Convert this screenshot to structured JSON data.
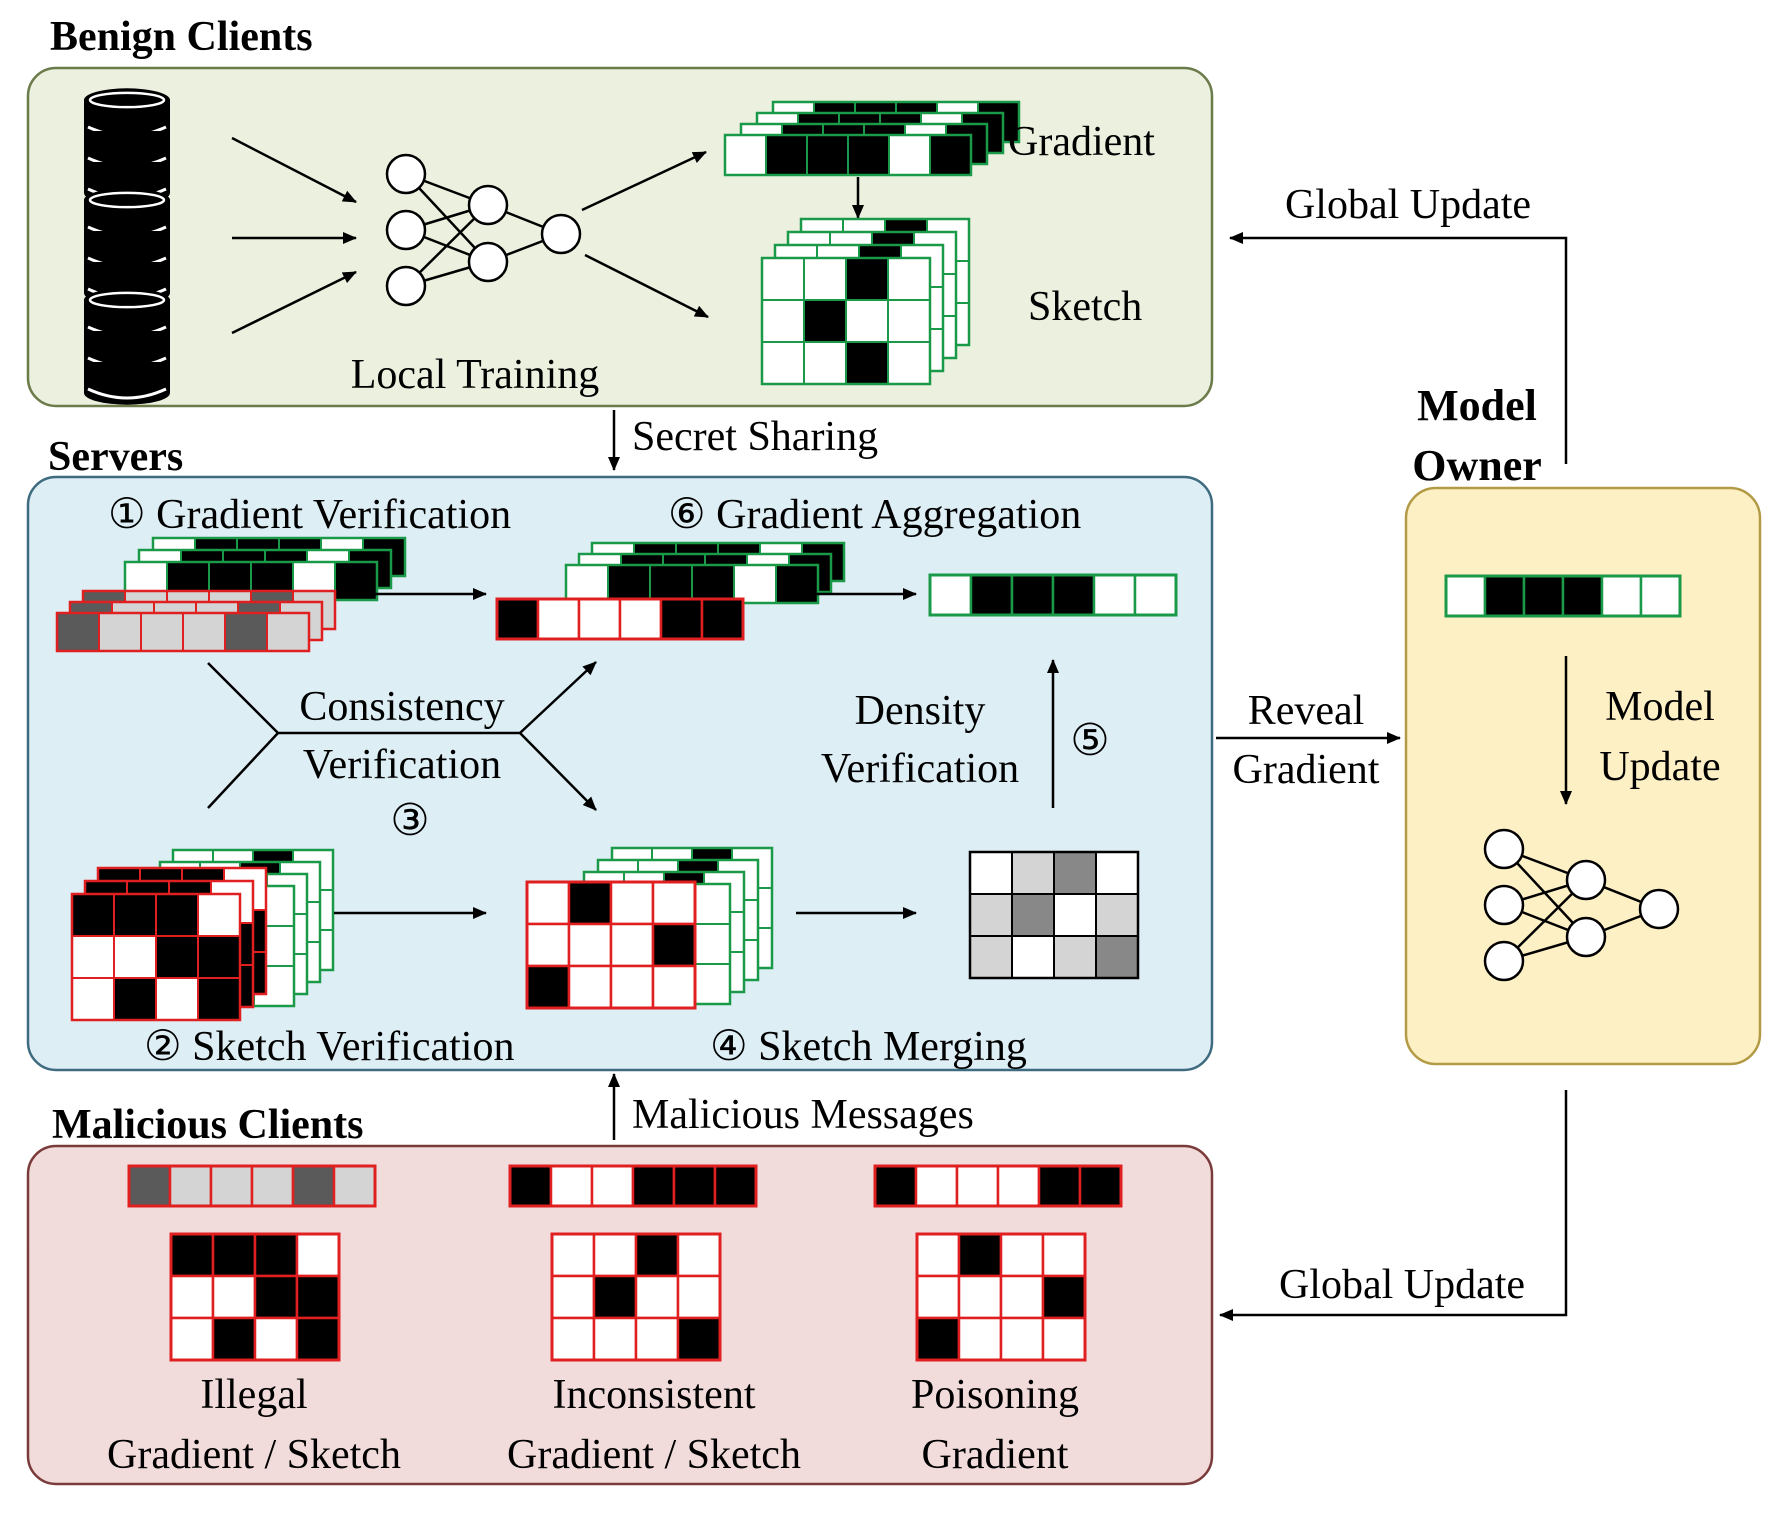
{
  "sections": {
    "benign": "Benign Clients",
    "servers": "Servers",
    "malicious": "Malicious Clients",
    "owner_line1": "Model",
    "owner_line2": "Owner"
  },
  "benign": {
    "local_training": "Local Training",
    "gradient": "Gradient",
    "sketch": "Sketch",
    "secret_sharing": "Secret Sharing"
  },
  "servers": {
    "step1": "① Gradient Verification",
    "step2": "② Sketch Verification",
    "step3_line1": "Consistency",
    "step3_line2": "Verification",
    "step3_num": "③",
    "step4": "④ Sketch Merging",
    "step5_line1": "Density",
    "step5_line2": "Verification",
    "step5_num": "⑤",
    "step6": "⑥ Gradient Aggregation"
  },
  "owner": {
    "global_update_top": "Global Update",
    "reveal_line1": "Reveal",
    "reveal_line2": "Gradient",
    "model_update_line1": "Model",
    "model_update_line2": "Update",
    "global_update_bottom": "Global Update"
  },
  "malicious": {
    "messages": "Malicious Messages",
    "illegal_line1": "Illegal",
    "illegal_line2": "Gradient / Sketch",
    "inconsistent_line1": "Inconsistent",
    "inconsistent_line2": "Gradient / Sketch",
    "poisoning_line1": "Poisoning",
    "poisoning_line2": "Gradient"
  },
  "colors": {
    "benign_fill": "#ebf1de",
    "benign_stroke": "#6b7b4a",
    "server_fill": "#ddeef5",
    "server_stroke": "#3f6b80",
    "malicious_fill": "#f2dcdb",
    "malicious_stroke": "#7a3b3b",
    "owner_fill": "#fdf0c4",
    "owner_stroke": "#b39a45",
    "green_cell": "#1a9a48",
    "red_cell": "#e02020",
    "filled": "#000000",
    "dark_gray": "#5a5a5a",
    "light_gray": "#d4d4d4",
    "mid_gray": "#888888"
  },
  "icons": {
    "database": "database-icon",
    "network": "neural-network-icon",
    "arrow": "arrow-icon"
  },
  "grids": {
    "benign_gradient": [
      0,
      1,
      1,
      1,
      0,
      1
    ],
    "benign_sketch": [
      [
        0,
        0,
        1,
        0
      ],
      [
        0,
        1,
        0,
        0
      ],
      [
        0,
        0,
        1,
        0
      ]
    ],
    "agg_gradient": [
      0,
      1,
      1,
      1,
      0,
      0
    ],
    "owner_gradient": [
      0,
      1,
      1,
      1,
      0,
      0
    ],
    "server_illegal_gradient": [
      2,
      3,
      3,
      3,
      2,
      3
    ],
    "server_filtered_gradient": [
      1,
      0,
      0,
      0,
      1,
      1
    ],
    "server_sketch_in": [
      [
        1,
        1,
        1,
        0
      ],
      [
        0,
        0,
        1,
        1
      ],
      [
        0,
        1,
        0,
        1
      ]
    ],
    "server_sketch_out": [
      [
        0,
        1,
        0,
        0
      ],
      [
        0,
        0,
        0,
        1
      ],
      [
        1,
        0,
        0,
        0
      ]
    ],
    "merged_sketch": [
      [
        0,
        3,
        4,
        0
      ],
      [
        3,
        4,
        0,
        3
      ],
      [
        3,
        0,
        3,
        4
      ]
    ],
    "mal_illegal_grad": [
      2,
      3,
      3,
      3,
      2,
      3
    ],
    "mal_incons_grad": [
      1,
      0,
      0,
      1,
      1,
      1
    ],
    "mal_poison_grad": [
      1,
      0,
      0,
      0,
      1,
      1
    ],
    "mal_illegal_sketch": [
      [
        1,
        1,
        1,
        0
      ],
      [
        0,
        0,
        1,
        1
      ],
      [
        0,
        1,
        0,
        1
      ]
    ],
    "mal_incons_sketch": [
      [
        0,
        0,
        1,
        0
      ],
      [
        0,
        1,
        0,
        0
      ],
      [
        0,
        0,
        0,
        1
      ]
    ],
    "mal_poison_sketch": [
      [
        0,
        1,
        0,
        0
      ],
      [
        0,
        0,
        0,
        1
      ],
      [
        1,
        0,
        0,
        0
      ]
    ]
  }
}
